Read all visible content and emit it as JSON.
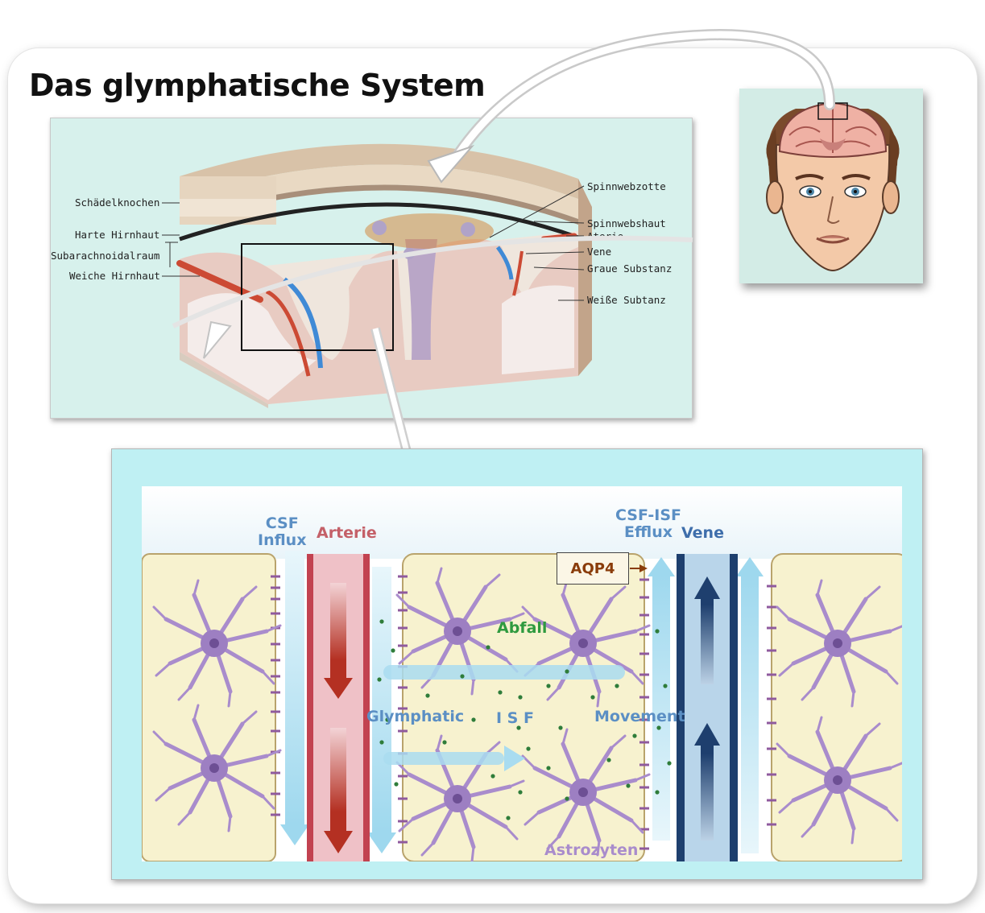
{
  "title": "Das glymphatische System",
  "brain_section": {
    "labels_left": [
      "Schädelknochen",
      "Harte Hirnhaut",
      "Subarachnoidalraum",
      "Weiche Hirnhaut"
    ],
    "labels_right": [
      "Spinnwebzotte",
      "Spinnwebshaut",
      "Aterie",
      "Vene",
      "Graue Substanz",
      "Weiße Subtanz"
    ]
  },
  "flow_diagram": {
    "csf_influx": "CSF\nInflux",
    "arterie": "Arterie",
    "csf_isf_efflux": "CSF-ISF\nEfflux",
    "vene": "Vene",
    "aqp4": "AQP4",
    "abfall": "Abfall",
    "glymphatic": "Glymphatic",
    "isf": "I S F",
    "movement": "Movement",
    "astrozyten": "Astrozyten"
  },
  "colors": {
    "artery": "#c0392b",
    "vein": "#1e3f6e",
    "flow": "#9ed8ee",
    "astrocyte": "#a98ccc",
    "waste": "#2f7d3a",
    "tissue": "#f7f2cf"
  }
}
